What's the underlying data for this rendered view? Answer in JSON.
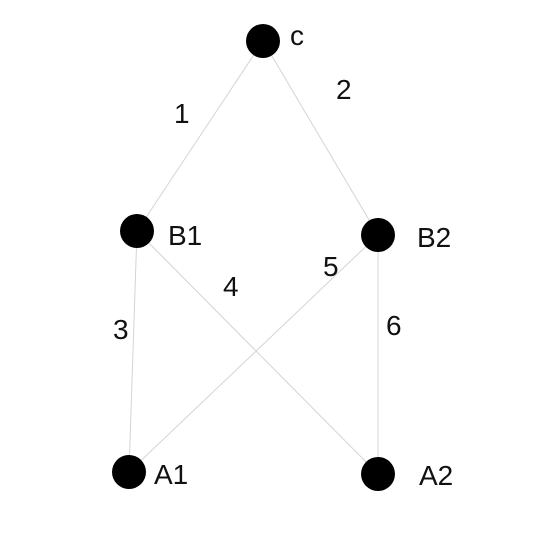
{
  "graph": {
    "nodes": {
      "c": {
        "label": "c"
      },
      "B1": {
        "label": "B1"
      },
      "B2": {
        "label": "B2"
      },
      "A1": {
        "label": "A1"
      },
      "A2": {
        "label": "A2"
      }
    },
    "edges": [
      {
        "from": "c",
        "to": "B1",
        "label": "1"
      },
      {
        "from": "c",
        "to": "B2",
        "label": "2"
      },
      {
        "from": "B1",
        "to": "A1",
        "label": "3"
      },
      {
        "from": "B1",
        "to": "A2",
        "label": "4"
      },
      {
        "from": "B2",
        "to": "A1",
        "label": "5"
      },
      {
        "from": "B2",
        "to": "A2",
        "label": "6"
      }
    ],
    "colors": {
      "node": "#000000",
      "edge": "#d4d4d4",
      "text": "#111111"
    }
  }
}
